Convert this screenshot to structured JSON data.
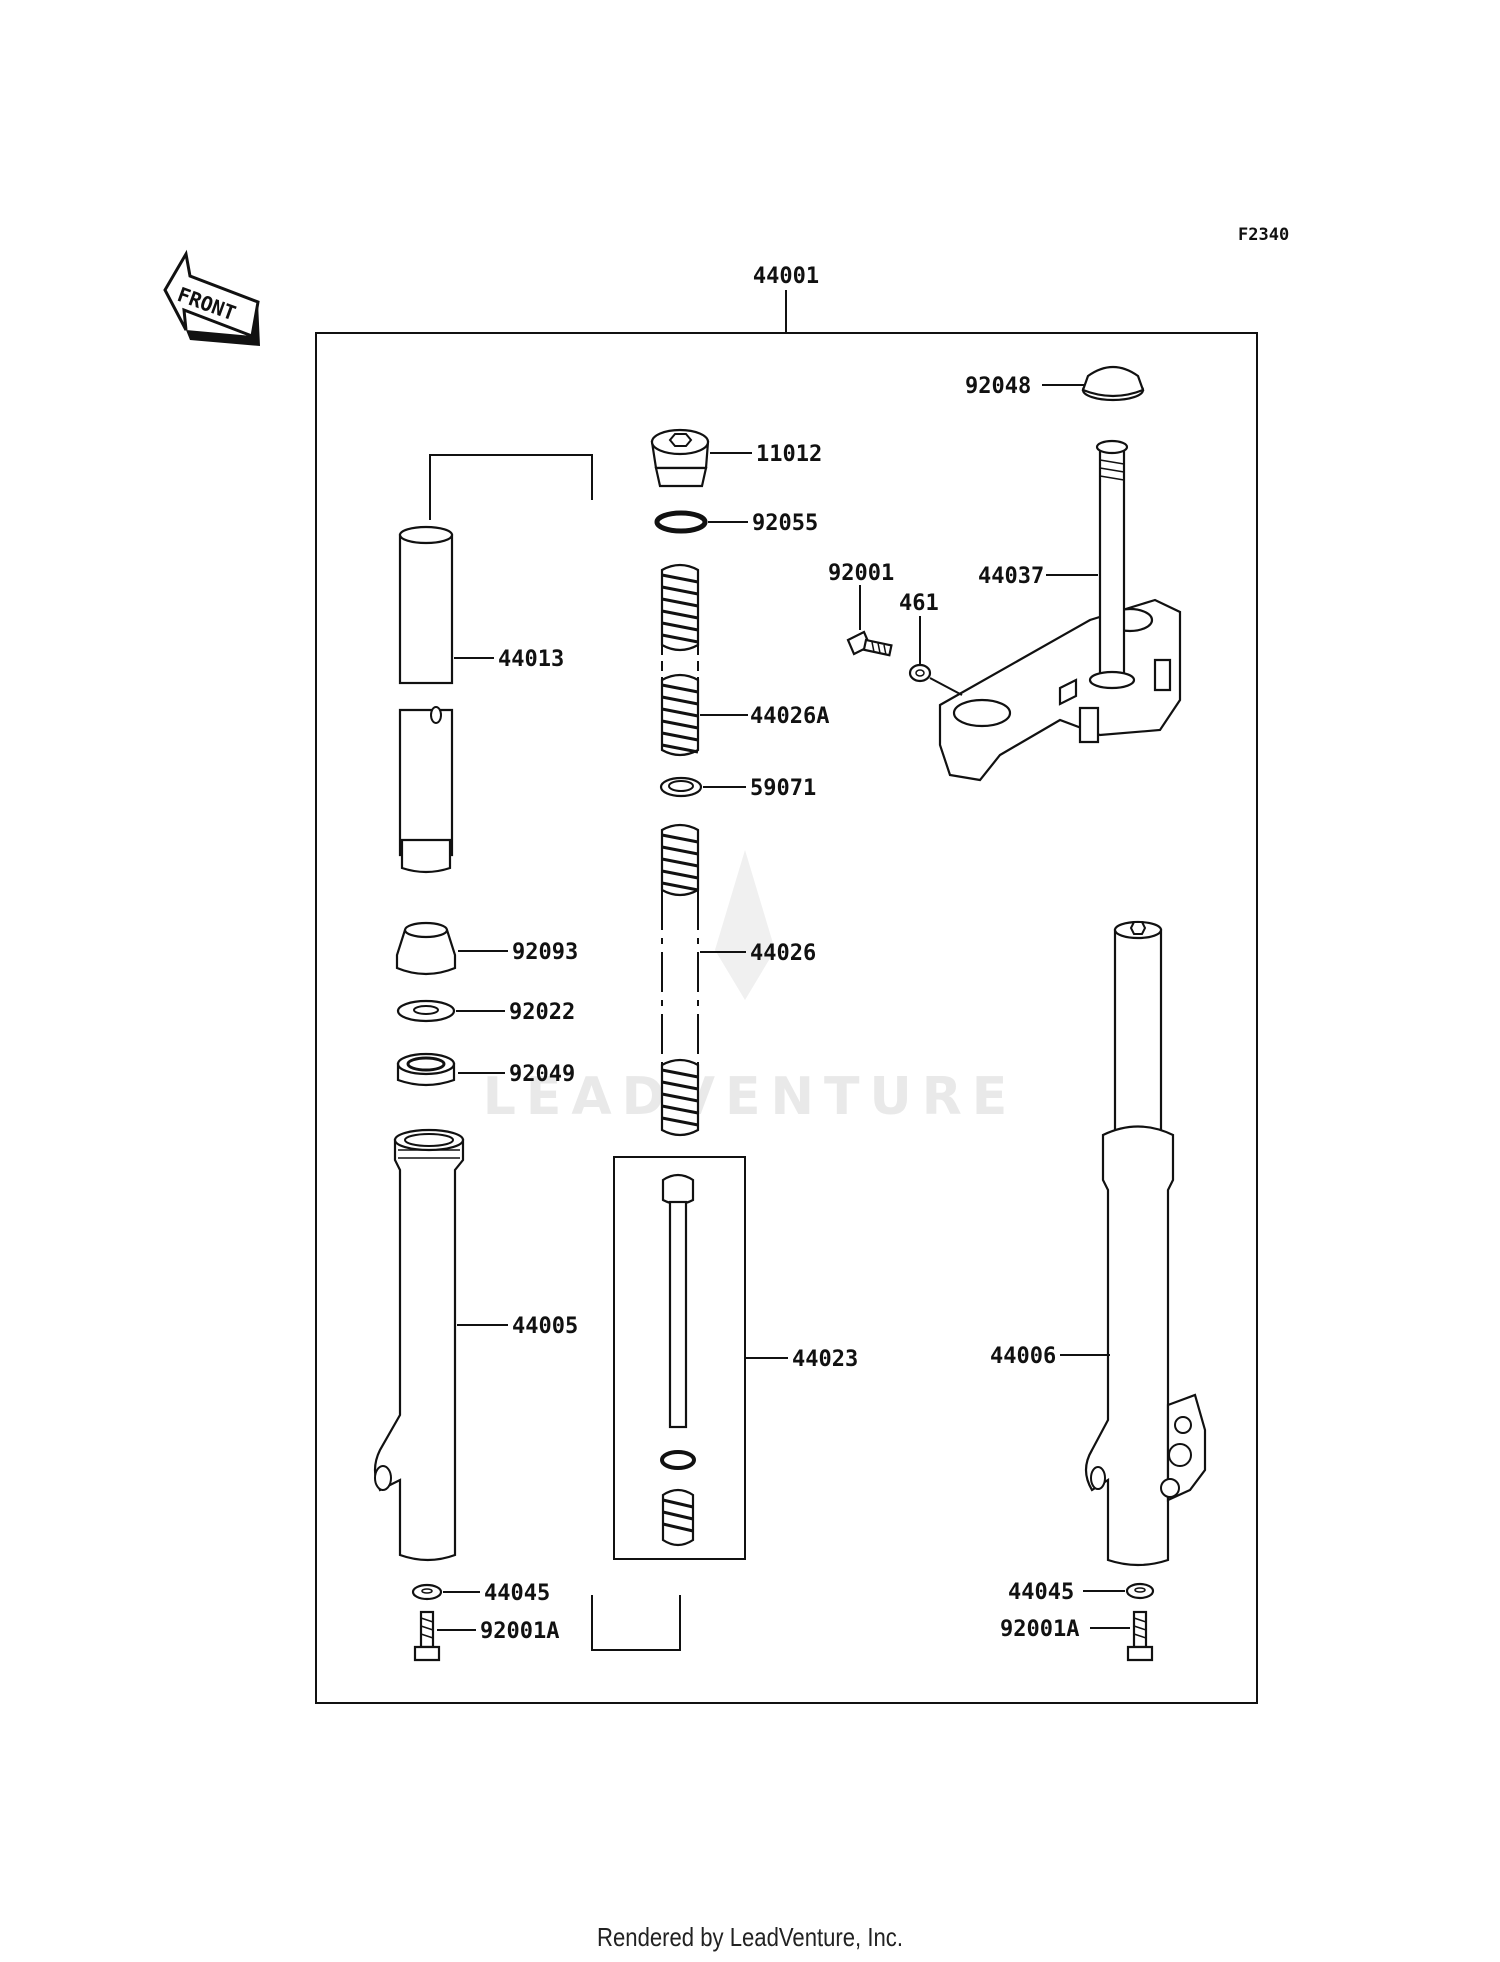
{
  "diagram": {
    "figure_code": "F2340",
    "front_marker": "FRONT",
    "watermark": "LEADVENTURE",
    "assembly_label": "44001",
    "parts": [
      {
        "id": "p-92048",
        "label": "92048"
      },
      {
        "id": "p-11012",
        "label": "11012"
      },
      {
        "id": "p-92055",
        "label": "92055"
      },
      {
        "id": "p-92001",
        "label": "92001"
      },
      {
        "id": "p-461",
        "label": "461"
      },
      {
        "id": "p-44037",
        "label": "44037"
      },
      {
        "id": "p-44013",
        "label": "44013"
      },
      {
        "id": "p-44026A",
        "label": "44026A"
      },
      {
        "id": "p-59071",
        "label": "59071"
      },
      {
        "id": "p-44026",
        "label": "44026"
      },
      {
        "id": "p-92093",
        "label": "92093"
      },
      {
        "id": "p-92022",
        "label": "92022"
      },
      {
        "id": "p-92049",
        "label": "92049"
      },
      {
        "id": "p-44005",
        "label": "44005"
      },
      {
        "id": "p-44023",
        "label": "44023"
      },
      {
        "id": "p-44006",
        "label": "44006"
      },
      {
        "id": "p-44045-left",
        "label": "44045"
      },
      {
        "id": "p-92001A-left",
        "label": "92001A"
      },
      {
        "id": "p-44045-right",
        "label": "44045"
      },
      {
        "id": "p-92001A-right",
        "label": "92001A"
      }
    ]
  },
  "footer": {
    "text": "Rendered by LeadVenture, Inc."
  }
}
